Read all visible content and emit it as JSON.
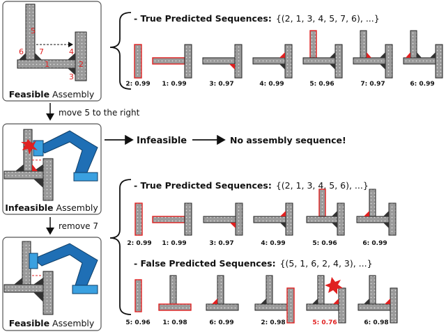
{
  "panels": [
    {
      "label_bold": "Feasible",
      "label_rest": " Assembly"
    },
    {
      "label_bold": "Infeasible",
      "label_rest": " Assembly"
    },
    {
      "label_bold": "Feasible",
      "label_rest": " Assembly"
    }
  ],
  "part_numbers": [
    "1",
    "2",
    "3",
    "4",
    "5",
    "6",
    "7"
  ],
  "steps": [
    "move 5 to the right",
    "remove 7"
  ],
  "infeasible": {
    "label": "Infeasible",
    "result": "No assembly sequence!"
  },
  "groups": [
    {
      "title": "- True Predicted Sequences:",
      "sequence": "{(2, 1, 3, 4, 5, 7, 6), ...}",
      "captions": [
        "2: 0.99",
        "1: 0.99",
        "3: 0.97",
        "4: 0.99",
        "5: 0.96",
        "7: 0.97",
        "6: 0.99"
      ]
    },
    {
      "title": "- True Predicted Sequences:",
      "sequence": "{(2, 1, 3, 4, 5, 6), ...}",
      "captions": [
        "2: 0.99",
        "1: 0.99",
        "3: 0.97",
        "4: 0.99",
        "5: 0.96",
        "6: 0.99"
      ]
    },
    {
      "title": "- False Predicted Sequences:",
      "sequence": "{(5, 1, 6, 2, 4, 3), ...}",
      "captions": [
        "5: 0.96",
        "1: 0.98",
        "6: 0.99",
        "2: 0.98",
        "5: 0.76",
        "6: 0.98"
      ]
    }
  ],
  "colors": {
    "accent": "#e02020",
    "robot": "#1f6fb5",
    "robot_light": "#3aa0e0",
    "beam": "#9a9a9a"
  }
}
